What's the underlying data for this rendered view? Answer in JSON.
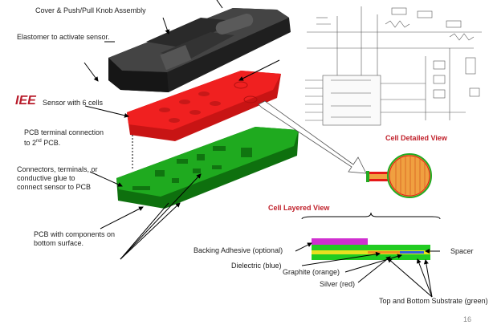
{
  "labels": {
    "cover": "Cover & Push/Pull Knob Assembly",
    "elastomer": "Elastomer to activate sensor.",
    "iee_logo": "IEE",
    "sensor_cells": "Sensor with 6 cells",
    "pcb_terminal_line1": "PCB terminal connection",
    "pcb_terminal_line2_pre": "to 2",
    "pcb_terminal_line2_sup": "nd",
    "pcb_terminal_line2_post": " PCB.",
    "connectors_line1": "Connectors, terminals, or",
    "connectors_line2": "conductive glue to",
    "connectors_line3": "connect sensor to PCB",
    "pcb_components_line1": "PCB with components on",
    "pcb_components_line2": "bottom surface."
  },
  "cell_detailed_view": "Cell Detailed View",
  "cell_layered_view": "Cell Layered View",
  "layers": {
    "backing_adhesive": "Backing Adhesive (optional)",
    "dielectric": "Dielectric (blue)",
    "graphite": "Graphite (orange)",
    "silver": "Silver (red)",
    "substrate": "Top and Bottom Substrate (green)",
    "spacer": "Spacer"
  },
  "page_number": "16",
  "colors": {
    "cover": "#2e2e2e",
    "sensor": "#f01c1c",
    "pcb": "#1a9a1a",
    "brand": "#b81c2b",
    "adhesive": "#d030d0",
    "layer_green": "#22cc22",
    "layer_yellow": "#e8e020"
  }
}
